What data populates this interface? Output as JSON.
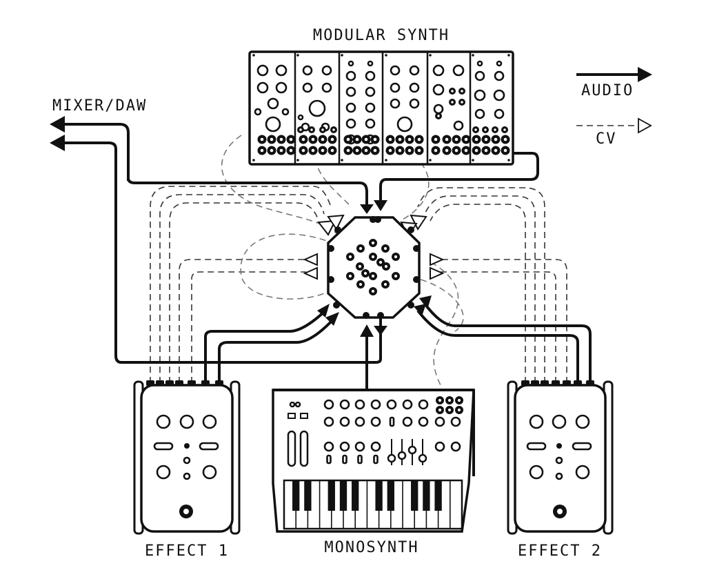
{
  "labels": {
    "modular_synth": "MODULAR SYNTH",
    "mixer_daw": "MIXER/DAW",
    "audio": "AUDIO",
    "cv": "CV",
    "effect_1": "EFFECT 1",
    "effect_2": "EFFECT 2",
    "monosynth": "MONOSYNTH"
  },
  "legend": [
    {
      "label": "AUDIO",
      "style": "solid"
    },
    {
      "label": "CV",
      "style": "dashed"
    }
  ],
  "colors": {
    "ink": "#111111",
    "paper": "#ffffff"
  },
  "nodes": [
    "MODULAR SYNTH",
    "MIXER/DAW",
    "EFFECT 1",
    "MONOSYNTH",
    "EFFECT 2"
  ]
}
